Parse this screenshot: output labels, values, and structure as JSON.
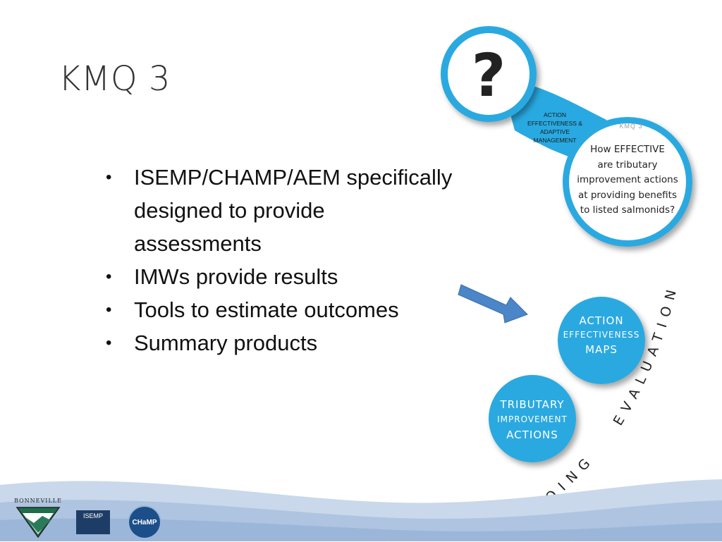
{
  "slide": {
    "title": "KMQ 3",
    "bullets": [
      "ISEMP/CHAMP/AEM specifically designed to provide assessments",
      "IMWs provide results",
      "Tools to estimate outcomes",
      "Summary products"
    ]
  },
  "diagram": {
    "question_mark": "?",
    "connector_label": [
      "ACTION",
      "EFFECTIVENESS &",
      "ADAPTIVE",
      "MANAGEMENT"
    ],
    "kmq_tag": "KMQ 3",
    "question_lines": [
      "How EFFECTIVE",
      "are tributary",
      "improvement actions",
      "at providing benefits",
      "to listed salmonids?"
    ],
    "action_map_circle": [
      "ACTION",
      "EFFECTIVENESS",
      "MAPS"
    ],
    "tributary_circle": [
      "TRIBUTARY",
      "IMPROVEMENT",
      "ACTIONS"
    ],
    "arc_doing": "DOING",
    "arc_evaluation": "EVALUATION"
  },
  "footer": {
    "bonneville_label": "BONNEVILLE",
    "isemp_label": "ISEMP",
    "champ_label": "CHaMP"
  },
  "colors": {
    "blue": "#29a9e1",
    "dark_blue": "#1c4f8a",
    "arrow": "#4a86c8"
  }
}
